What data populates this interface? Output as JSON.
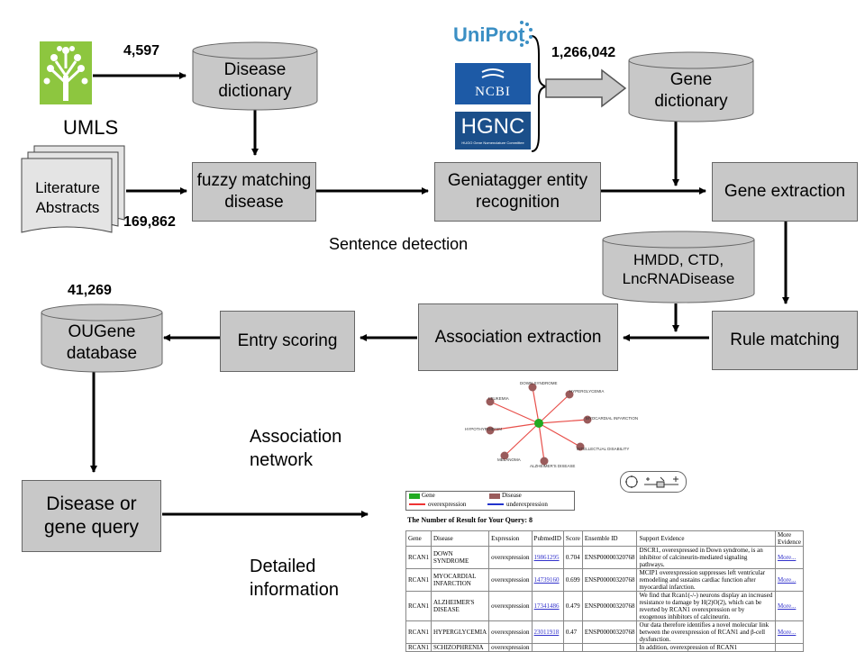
{
  "counts": {
    "umls": "4,597",
    "gene_sources": "1,266,042",
    "abstracts": "169,862",
    "ougene": "41,269"
  },
  "sources": {
    "umls_label": "UMLS",
    "literature_label": "Literature\nAbstracts",
    "uniprot_label": "UniProt",
    "ncbi_label": "NCBI",
    "hgnc_label": "HGNC",
    "hgnc_sub": "HUGO Gene Nomenclature Committee"
  },
  "databases": {
    "disease_dictionary": "Disease\ndictionary",
    "gene_dictionary": "Gene\ndictionary",
    "hmdd": "HMDD, CTD,\nLncRNADisease",
    "ougene": "OUGene\ndatabase"
  },
  "steps": {
    "fuzzy": "fuzzy matching\ndisease",
    "geniatagger": "Geniatagger entity\nrecognition",
    "gene_extraction": "Gene extraction",
    "rule_matching": "Rule matching",
    "association_extraction": "Association extraction",
    "entry_scoring": "Entry scoring",
    "query": "Disease or\ngene query"
  },
  "annotations": {
    "sentence_detection": "Sentence detection",
    "association_network": "Association\nnetwork",
    "detailed_information": "Detailed\ninformation"
  },
  "network": {
    "nodes": [
      "DOWN SYNDROME",
      "HYPERGLYCEMIA",
      "LEUKEMIA",
      "MYOCARDIAL INFARCTION",
      "HYPOTHYROIDISM",
      "INTELLECTUAL DISABILITY",
      "MELANOMA",
      "ALZHEIMER'S DISEASE"
    ]
  },
  "results": {
    "legend_gene": "Gene",
    "legend_disease": "Disease",
    "legend_over": "overexpression",
    "legend_under": "underexpression",
    "count_title": "The Number of Result for Your Query: 8",
    "headers": [
      "Gene",
      "Disease",
      "Expression",
      "PubmedID",
      "Score",
      "Ensemble ID",
      "Support Evidence",
      "More Evidence"
    ],
    "rows": [
      {
        "gene": "RCAN1",
        "disease": "DOWN SYNDROME",
        "expression": "overexpression",
        "pmid": "19861295",
        "score": "0.704",
        "ens": "ENSP00000320768",
        "evidence": "DSCR1, overexpressed in Down syndrome, is an inhibitor of calcineurin-mediated signaling pathways.",
        "more": "More..."
      },
      {
        "gene": "RCAN1",
        "disease": "MYOCARDIAL INFARCTION",
        "expression": "overexpression",
        "pmid": "14739160",
        "score": "0.699",
        "ens": "ENSP00000320768",
        "evidence": "MCIP1 overexpression suppresses left ventricular remodeling and sustains cardiac function after myocardial infarction.",
        "more": "More..."
      },
      {
        "gene": "RCAN1",
        "disease": "ALZHEIMER'S DISEASE",
        "expression": "overexpression",
        "pmid": "17341486",
        "score": "0.479",
        "ens": "ENSP00000320768",
        "evidence": "We find that Rcan1(-/-) neurons display an increased resistance to damage by H(2)O(2), which can be reverted by RCAN1 overexpression or by exogenous inhibitors of calcineurin.",
        "more": "More..."
      },
      {
        "gene": "RCAN1",
        "disease": "HYPERGLYCEMIA",
        "expression": "overexpression",
        "pmid": "23011918",
        "score": "0.47",
        "ens": "ENSP00000320768",
        "evidence": "Our data therefore identifies a novel molecular link between the overexpression of RCAN1 and β-cell dysfunction.",
        "more": "More..."
      },
      {
        "gene": "RCAN1",
        "disease": "SCHIZOPHRENIA",
        "expression": "overexpression",
        "pmid": "",
        "score": "",
        "ens": "",
        "evidence": "In addition, overexpression of RCAN1",
        "more": ""
      }
    ]
  },
  "colors": {
    "box": "#c8c8c8",
    "umls_green": "#8dc63f",
    "ncbi_blue": "#1d5aa6",
    "hgnc_blue": "#1b4f8a",
    "uniprot_blue": "#3b8fc4",
    "edge_red": "#e8504b",
    "node_brown": "#9a5b5b",
    "gene_green": "#22aa22"
  }
}
